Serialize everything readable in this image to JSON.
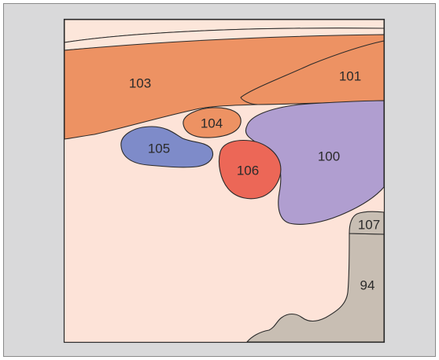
{
  "colors": {
    "frame_background": "#d9d9da",
    "frame_border": "#8a8a8a",
    "panel_background": "#fde3d8",
    "outline": "#2a2a2a",
    "top_bands": "#fce6da",
    "region_103": "#ed9263",
    "region_101": "#ed9263",
    "region_104": "#ed9263",
    "region_105": "#7e8bc9",
    "region_106": "#ec6757",
    "region_100": "#b09ed0",
    "region_107": "#c8beb3",
    "region_94": "#c8beb3"
  },
  "labels": {
    "region_103": "103",
    "region_101": "101",
    "region_104": "104",
    "region_105": "105",
    "region_106": "106",
    "region_100": "100",
    "region_107": "107",
    "region_94": "94"
  }
}
